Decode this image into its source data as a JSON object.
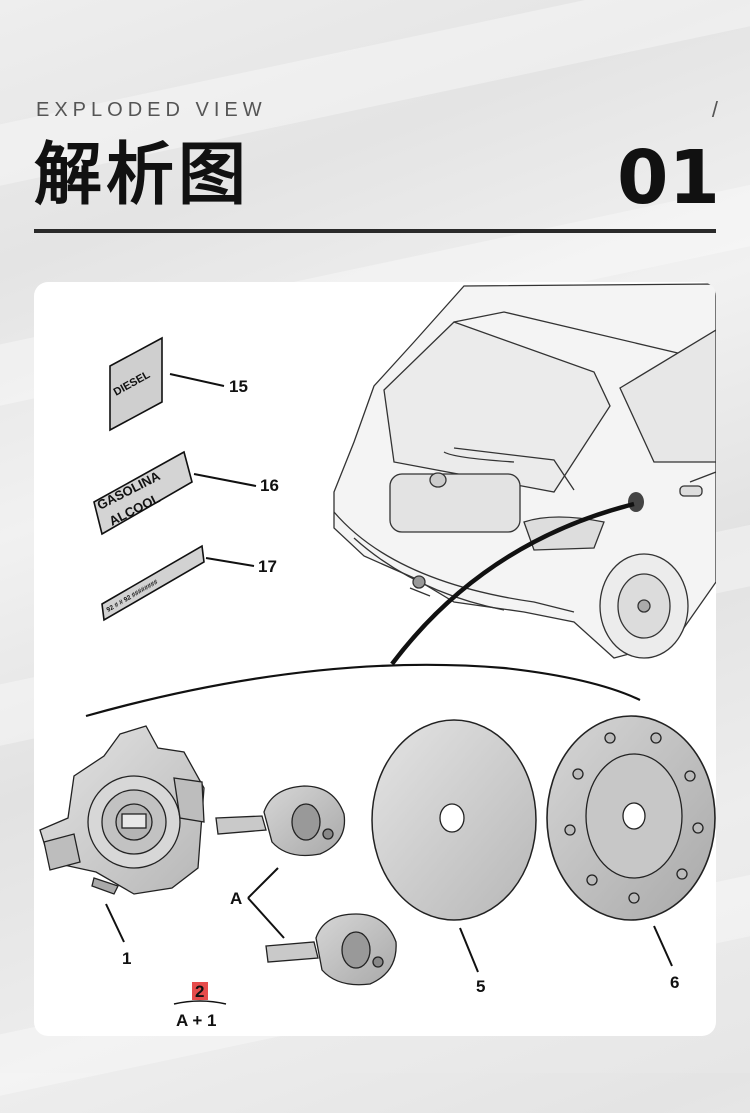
{
  "header": {
    "eyebrow": "EXPLODED VIEW",
    "slash": "/",
    "title": "解析图",
    "number": "01"
  },
  "diagram": {
    "decals": [
      {
        "text_lines": [
          "DIESEL"
        ],
        "callout": "15"
      },
      {
        "text_lines": [
          "GASOLINA",
          "ALCOOL"
        ],
        "callout": "16"
      },
      {
        "text_lines": [
          "92 # # 92 ########"
        ],
        "callout": "17"
      }
    ],
    "parts": [
      {
        "name": "fuel-filler-neck",
        "callout": "1"
      },
      {
        "name": "key",
        "callout": "A"
      },
      {
        "name": "inner-cap-plate",
        "callout": "5"
      },
      {
        "name": "outer-fuel-door",
        "callout": "6"
      }
    ],
    "kit_label": {
      "count": "2",
      "formula": "A + 1"
    },
    "colors": {
      "kit_highlight": "#e64b4b",
      "line": "#111111",
      "part_fill": "#cfcfcf"
    }
  }
}
